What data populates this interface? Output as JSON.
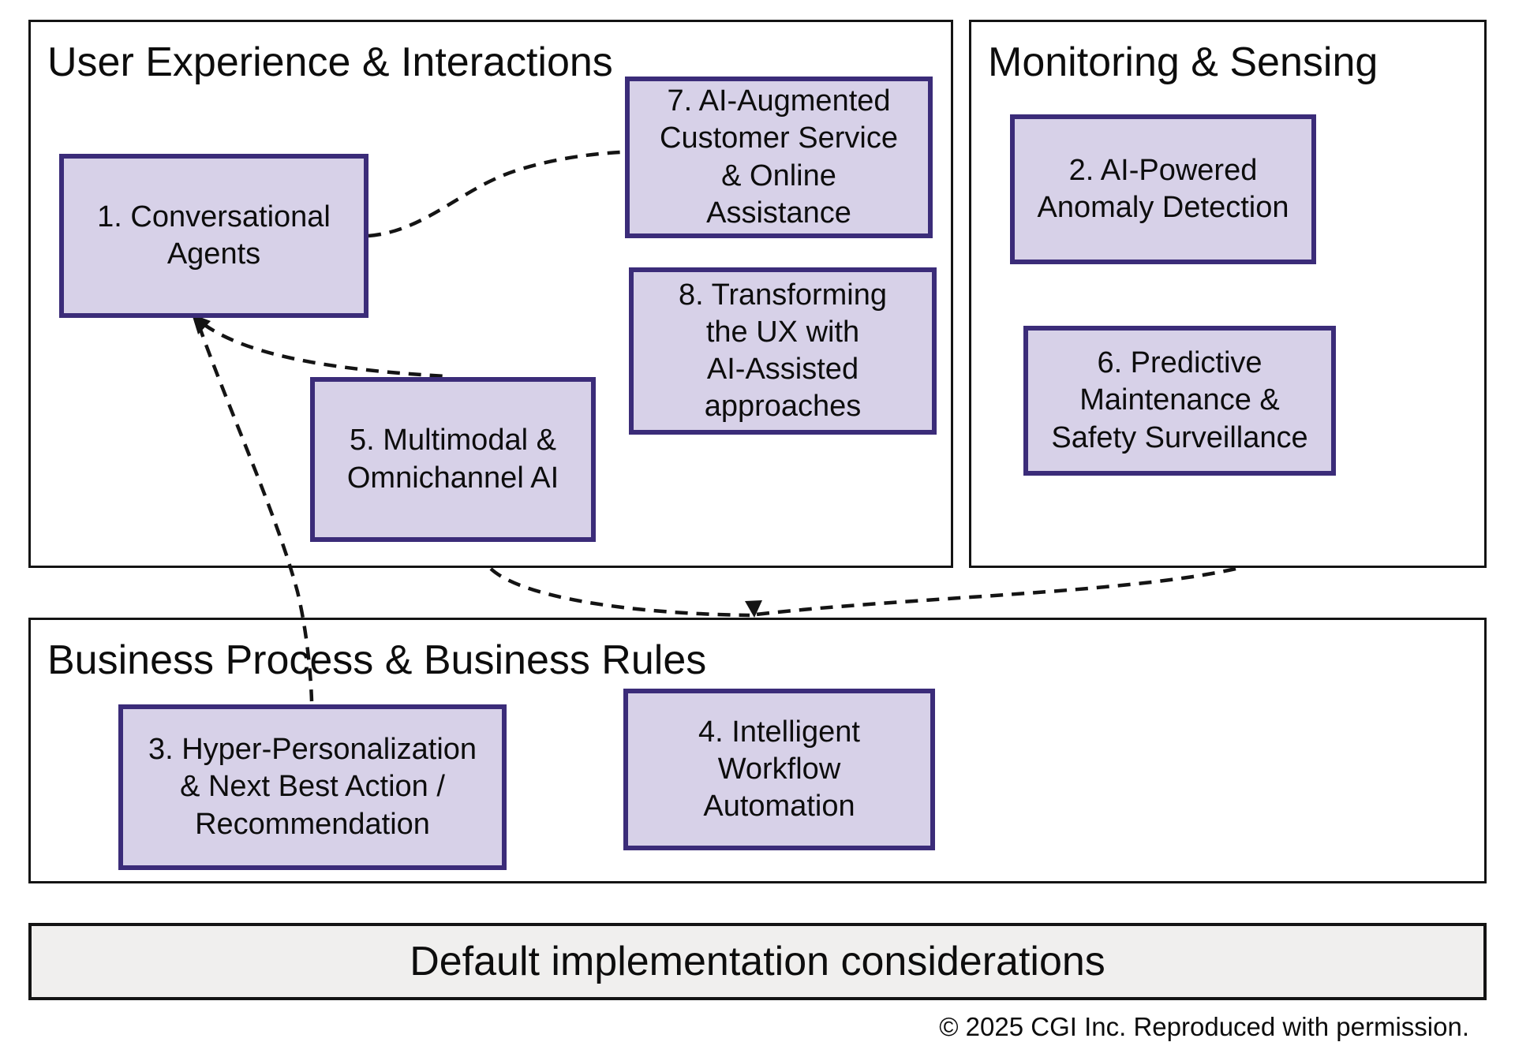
{
  "diagram": {
    "sections": [
      {
        "id": "ux",
        "title": "User Experience & Interactions",
        "boxes": [
          {
            "id": "1",
            "label": "1. Conversational\nAgents"
          },
          {
            "id": "7",
            "label": "7. AI-Augmented\nCustomer Service\n& Online\nAssistance"
          },
          {
            "id": "8",
            "label": "8. Transforming\nthe UX with\nAI-Assisted\napproaches"
          },
          {
            "id": "5",
            "label": "5. Multimodal &\nOmnichannel AI"
          }
        ]
      },
      {
        "id": "monitoring",
        "title": "Monitoring & Sensing",
        "boxes": [
          {
            "id": "2",
            "label": "2. AI-Powered\nAnomaly Detection"
          },
          {
            "id": "6",
            "label": "6. Predictive\nMaintenance &\nSafety Surveillance"
          }
        ]
      },
      {
        "id": "business",
        "title": "Business Process & Business Rules",
        "boxes": [
          {
            "id": "3",
            "label": "3. Hyper-Personalization\n& Next Best Action /\nRecommendation"
          },
          {
            "id": "4",
            "label": "4. Intelligent\nWorkflow\nAutomation"
          }
        ]
      }
    ],
    "connectors": [
      {
        "from": "1",
        "to": "7",
        "style": "dashed",
        "arrow": "none"
      },
      {
        "from": "5",
        "to": "1",
        "style": "dashed",
        "arrow": "at-1"
      },
      {
        "from": "3",
        "to": "1",
        "style": "dashed",
        "arrow": "at-1"
      },
      {
        "from": "ux",
        "to": "business",
        "style": "dashed",
        "arrow": "at-business"
      },
      {
        "from": "monitoring",
        "to": "business",
        "style": "dashed",
        "arrow": "at-business"
      }
    ],
    "footer_bar": {
      "label": "Default implementation considerations"
    },
    "copyright": "© 2025 CGI Inc. Reproduced with permission."
  },
  "colors": {
    "box_fill": "#d7d1e8",
    "box_border": "#3b2c79",
    "container_border": "#141414",
    "bar_fill": "#f0efee",
    "connector": "#141414"
  }
}
